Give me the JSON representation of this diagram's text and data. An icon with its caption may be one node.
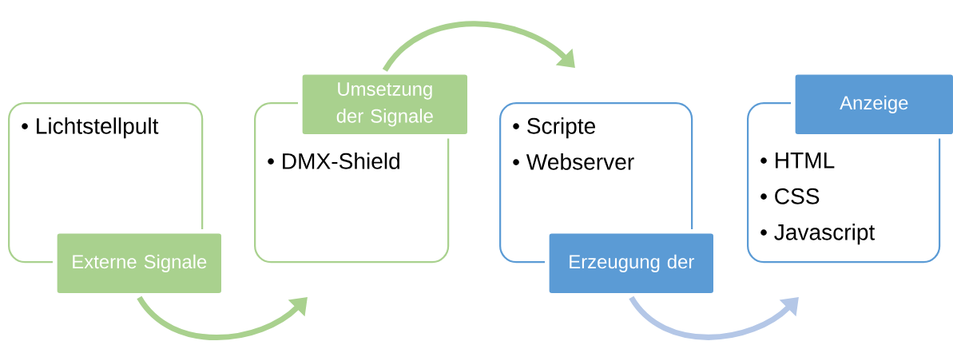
{
  "diagram": {
    "nodes": [
      {
        "text": [
          "• Lichtstellpult"
        ]
      },
      {
        "text": [
          "Externe Signale"
        ]
      },
      {
        "text": [
          "• DMX-Shield"
        ]
      },
      {
        "text": [
          "Umsetzung der Signale"
        ]
      },
      {
        "text": [
          "• Scripte",
          "• Webserver"
        ]
      },
      {
        "text": [
          "Erzeugung der"
        ]
      },
      {
        "text": [
          "• HTML",
          "• CSS",
          "• Javascript"
        ]
      },
      {
        "text": [
          "Anzeige"
        ]
      }
    ],
    "edges": [
      {
        "from": 1,
        "to": 2,
        "arrow": "to"
      },
      {
        "from": 3,
        "to": 4,
        "arrow": "to"
      },
      {
        "from": 5,
        "to": 6,
        "arrow": "to",
        "color": "#b4c7e7"
      }
    ]
  }
}
